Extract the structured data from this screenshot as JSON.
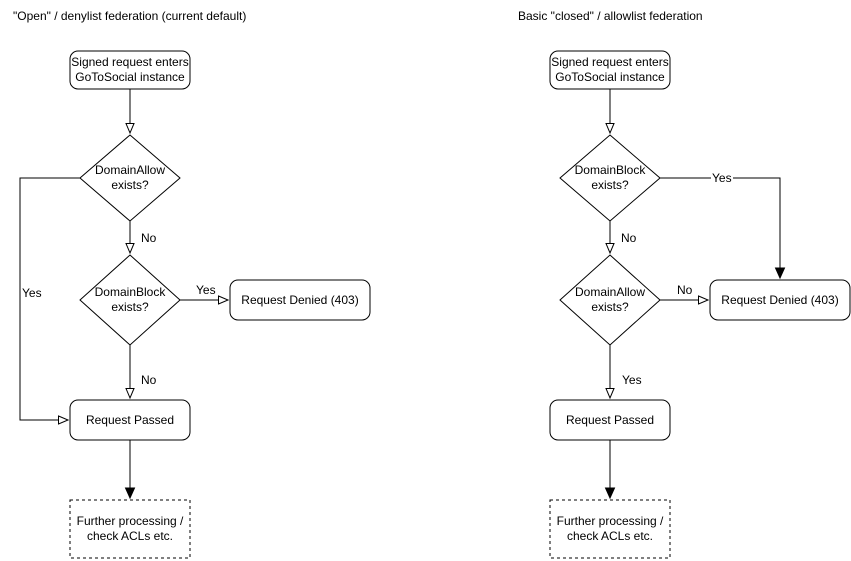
{
  "left": {
    "title": "\"Open\" / denylist federation (current default)",
    "start": "Signed request enters\nGoToSocial instance",
    "decision1": "DomainAllow\nexists?",
    "decision1_no": "No",
    "decision1_yes": "Yes",
    "decision2": "DomainBlock\nexists?",
    "decision2_yes": "Yes",
    "decision2_no": "No",
    "denied": "Request Denied (403)",
    "passed": "Request Passed",
    "further": "Further processing /\ncheck ACLs etc."
  },
  "right": {
    "title": "Basic \"closed\" / allowlist federation",
    "start": "Signed request enters\nGoToSocial instance",
    "decision1": "DomainBlock\nexists?",
    "decision1_yes": "Yes",
    "decision1_no": "No",
    "decision2": "DomainAllow\nexists?",
    "decision2_no": "No",
    "decision2_yes": "Yes",
    "denied": "Request Denied (403)",
    "passed": "Request Passed",
    "further": "Further processing /\ncheck ACLs etc."
  },
  "colors": {
    "stroke": "#000000",
    "shape_fill": "#ffffff",
    "background": "#ffffff",
    "text": "#000000"
  }
}
